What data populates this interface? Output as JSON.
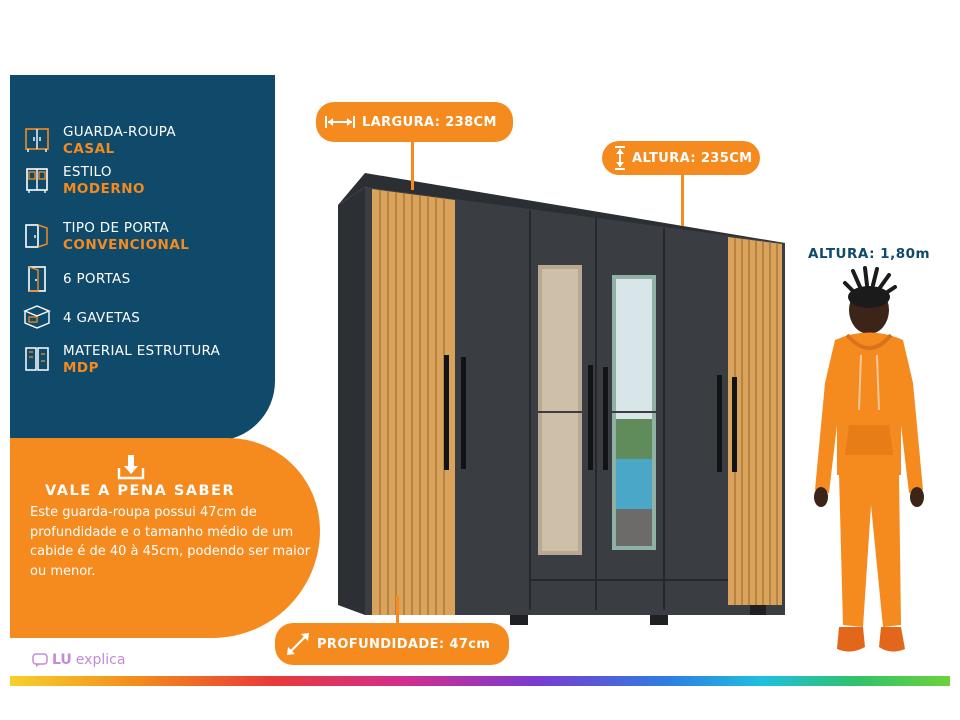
{
  "specs": [
    {
      "label": "GUARDA-ROUPA",
      "value": "CASAL",
      "icon": "wardrobe-icon"
    },
    {
      "label": "ESTILO",
      "value": "MODERNO",
      "icon": "cabinet-icon"
    },
    {
      "label": "TIPO DE PORTA",
      "value": "CONVENCIONAL",
      "icon": "door-type-icon"
    },
    {
      "label": "6  PORTAS",
      "value": "",
      "icon": "door-icon"
    },
    {
      "label": "4 GAVETAS",
      "value": "",
      "icon": "drawer-icon"
    },
    {
      "label": "MATERIAL ESTRUTURA",
      "value": "MDP",
      "icon": "material-icon"
    }
  ],
  "info": {
    "title": "VALE A PENA SABER",
    "body": "Este guarda-roupa possui 47cm de profundidade e o tamanho médio de um cabide é de 40 à 45cm, podendo ser maior ou menor."
  },
  "dimensions": {
    "largura": "LARGURA: 238CM",
    "altura": "ALTURA: 235CM",
    "profundidade": "PROFUNDIDADE: 47cm"
  },
  "person": {
    "label": "ALTURA: 1,80m"
  },
  "logo": {
    "mark": "LU",
    "word": "explica"
  },
  "colors": {
    "blue": "#0f4a6b",
    "orange": "#f58a1f",
    "wardrobe": "#3a3d42",
    "wood": "#d9a35c"
  }
}
